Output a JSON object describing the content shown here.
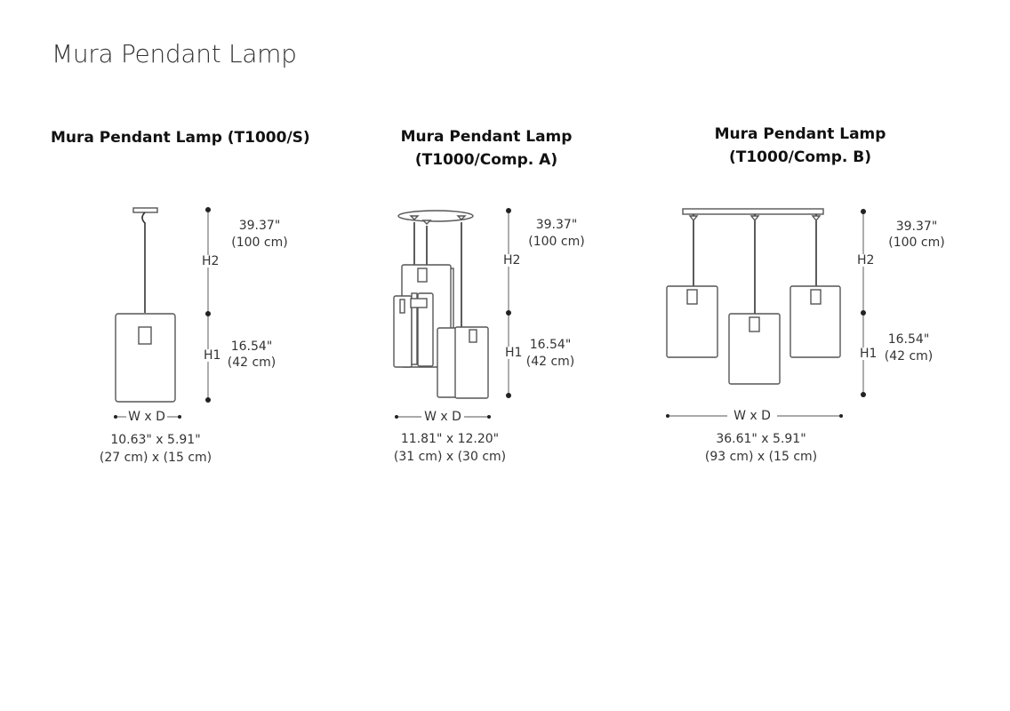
{
  "title": "Mura Pendant Lamp",
  "products": [
    {
      "heading": "Mura Pendant Lamp (T1000/S)",
      "h2_label": "H2",
      "h2_in": "39.37\"",
      "h2_cm": "(100 cm)",
      "h1_label": "H1",
      "h1_in": "16.54\"",
      "h1_cm": "(42 cm)",
      "wd_label": "W x D",
      "wd_in": "10.63\" x 5.91\"",
      "wd_cm": "(27 cm) x (15 cm)"
    },
    {
      "heading_line1": "Mura Pendant Lamp",
      "heading_line2": "(T1000/Comp. A)",
      "h2_label": "H2",
      "h2_in": "39.37\"",
      "h2_cm": "(100 cm)",
      "h1_label": "H1",
      "h1_in": "16.54\"",
      "h1_cm": "(42 cm)",
      "wd_label": "W x D",
      "wd_in": "11.81\" x 12.20\"",
      "wd_cm": "(31 cm) x (30 cm)"
    },
    {
      "heading_line1": "Mura Pendant Lamp",
      "heading_line2": "(T1000/Comp. B)",
      "h2_label": "H2",
      "h2_in": "39.37\"",
      "h2_cm": "(100 cm)",
      "h1_label": "H1",
      "h1_in": "16.54\"",
      "h1_cm": "(42 cm)",
      "wd_label": "W x D",
      "wd_in": "36.61\" x 5.91\"",
      "wd_cm": "(93 cm) x (15 cm)"
    }
  ]
}
